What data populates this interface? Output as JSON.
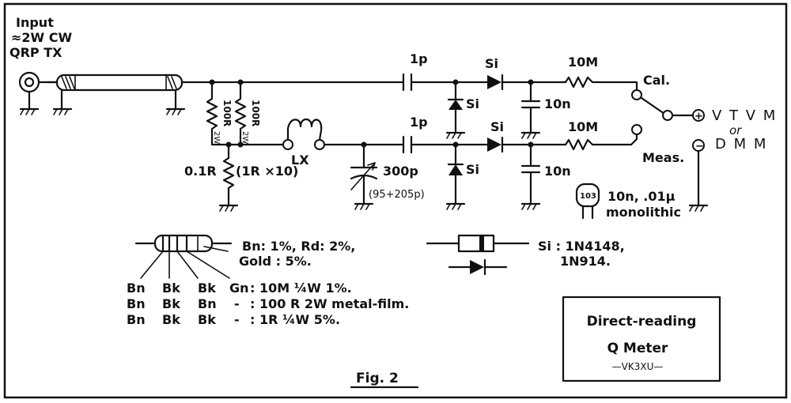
{
  "input": {
    "line1": "Input",
    "line2": "≈2W CW",
    "line3": "QRP TX"
  },
  "resistors": {
    "r1": "100R",
    "r1_sub": "2W",
    "r2": "100R",
    "r2_sub": "2W",
    "shunt": "0.1R",
    "shunt_note": "(1R ×10)"
  },
  "inductor": {
    "label": "LX"
  },
  "capacitors": {
    "c_top": "1p",
    "c_bottom": "1p",
    "tune": "300p",
    "tune_note": "(95+205p)",
    "c_top_bypass": "10n",
    "c_bottom_bypass": "10n"
  },
  "diodes": {
    "d_top": "Si",
    "d_top_shunt": "Si",
    "d_bottom": "Si",
    "d_bottom_shunt": "Si"
  },
  "output": {
    "r_top": "10M",
    "r_bottom": "10M",
    "cal": "Cal.",
    "meas": "Meas.",
    "meter_line1": "V T V M",
    "meter_line2": "or",
    "meter_line3": "D M M",
    "plus": "+",
    "minus": "−"
  },
  "monolithic": {
    "code": "103",
    "line1": "10n, .01μ",
    "line2": "monolithic"
  },
  "color_code": {
    "tolerance_line1": "Bn: 1%, Rd: 2%,",
    "tolerance_line2": "Gold : 5%.",
    "rows": [
      {
        "c1": "Bn",
        "c2": "Bk",
        "c3": "Bk",
        "c4": "Gn",
        "desc": ": 10M ¼W 1%."
      },
      {
        "c1": "Bn",
        "c2": "Bk",
        "c3": "Bn",
        "c4": "-",
        "desc": ": 100 R 2W metal-film."
      },
      {
        "c1": "Bn",
        "c2": "Bk",
        "c3": "Bk",
        "c4": "-",
        "desc": ": 1R ¼W 5%."
      }
    ]
  },
  "diode_key": {
    "line1": "Si : 1N4148,",
    "line2": "1N914."
  },
  "title_box": {
    "line1": "Direct-reading",
    "line2": "Q Meter",
    "line3": "—VK3XU—"
  },
  "figure": "Fig. 2"
}
